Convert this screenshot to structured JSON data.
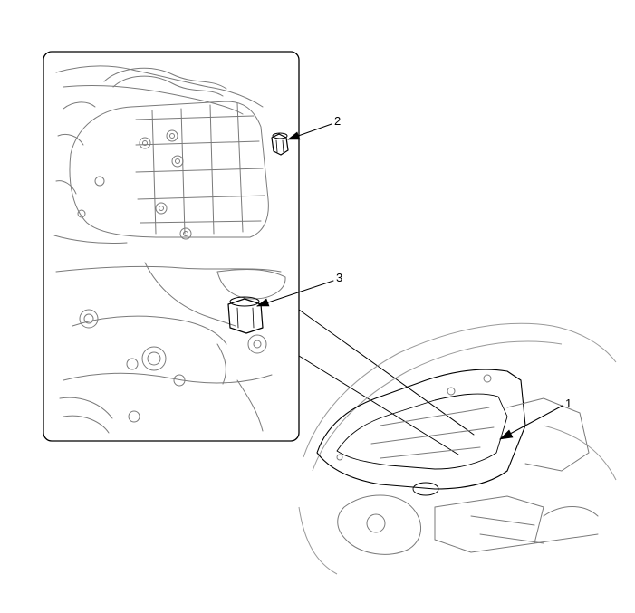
{
  "callouts": [
    {
      "id": "1",
      "label": "1"
    },
    {
      "id": "2",
      "label": "2"
    },
    {
      "id": "3",
      "label": "3"
    }
  ],
  "colors": {
    "line": "#000000",
    "detail": "#7a7a7a",
    "background": "#ffffff"
  }
}
